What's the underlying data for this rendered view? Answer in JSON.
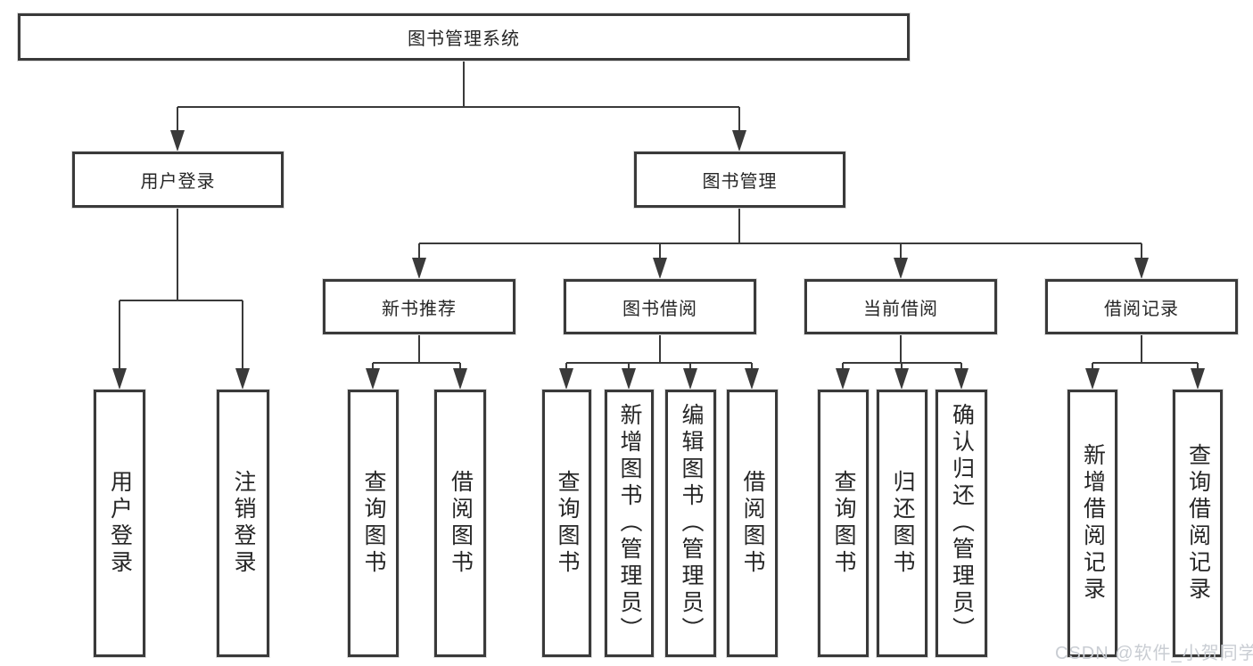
{
  "tree": {
    "root": "图书管理系统",
    "user_login": {
      "label": "用户登录",
      "children": [
        "用户登录",
        "注销登录"
      ]
    },
    "book_management": {
      "label": "图书管理",
      "new_book_recommend": {
        "label": "新书推荐",
        "children": [
          "查询图书",
          "借阅图书"
        ]
      },
      "book_borrow": {
        "label": "图书借阅",
        "children": [
          "查询图书",
          "新增图书（管理员）",
          "编辑图书（管理员）",
          "借阅图书"
        ]
      },
      "current_borrow": {
        "label": "当前借阅",
        "children": [
          "查询图书",
          "归还图书",
          "确认归还（管理员）"
        ]
      },
      "borrow_records": {
        "label": "借阅记录",
        "children": [
          "新增借阅记录",
          "查询借阅记录"
        ]
      }
    }
  },
  "watermark": "CSDN @软件_小贺同学",
  "colors": {
    "line": "#3a3a3a",
    "text": "#262626",
    "background": "#ffffff",
    "watermark": "#c9cdd3"
  }
}
